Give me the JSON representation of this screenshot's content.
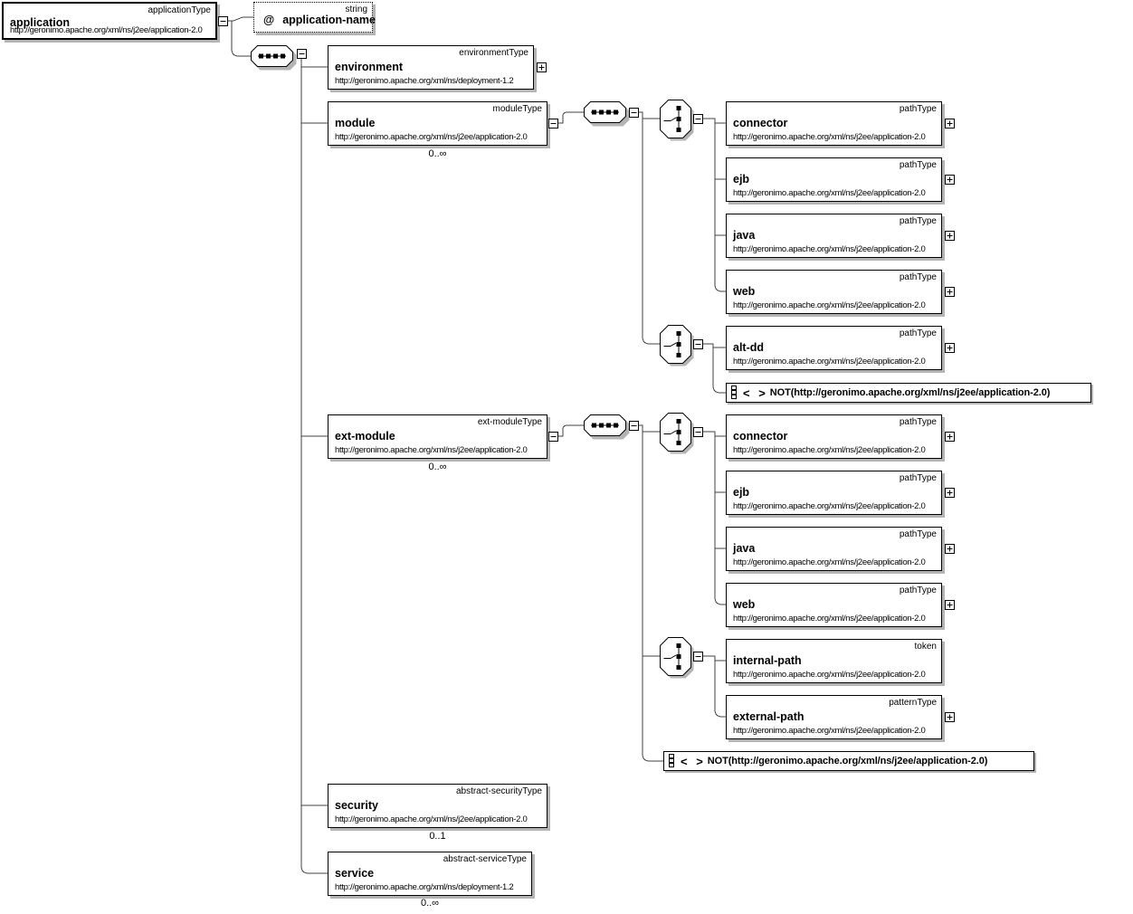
{
  "colors": {
    "background": "#ffffff",
    "box_border": "#000000",
    "box_shadow": "#b4b4b4",
    "connector_line": "#404040"
  },
  "nodes": {
    "application": {
      "name": "application",
      "type": "applicationType",
      "ns": "http://geronimo.apache.org/xml/ns/j2ee/application-2.0"
    },
    "application_name": {
      "prefix": "@",
      "name": "application-name",
      "type": "string"
    },
    "environment": {
      "name": "environment",
      "type": "environmentType",
      "ns": "http://geronimo.apache.org/xml/ns/deployment-1.2"
    },
    "module": {
      "name": "module",
      "type": "moduleType",
      "ns": "http://geronimo.apache.org/xml/ns/j2ee/application-2.0",
      "cardinality": "0..∞"
    },
    "module_connector": {
      "name": "connector",
      "type": "pathType",
      "ns": "http://geronimo.apache.org/xml/ns/j2ee/application-2.0"
    },
    "module_ejb": {
      "name": "ejb",
      "type": "pathType",
      "ns": "http://geronimo.apache.org/xml/ns/j2ee/application-2.0"
    },
    "module_java": {
      "name": "java",
      "type": "pathType",
      "ns": "http://geronimo.apache.org/xml/ns/j2ee/application-2.0"
    },
    "module_web": {
      "name": "web",
      "type": "pathType",
      "ns": "http://geronimo.apache.org/xml/ns/j2ee/application-2.0"
    },
    "alt_dd": {
      "name": "alt-dd",
      "type": "pathType",
      "ns": "http://geronimo.apache.org/xml/ns/j2ee/application-2.0"
    },
    "module_wildcard": {
      "icon_glyph": "< >",
      "label": "NOT(http://geronimo.apache.org/xml/ns/j2ee/application-2.0)"
    },
    "ext_module": {
      "name": "ext-module",
      "type": "ext-moduleType",
      "ns": "http://geronimo.apache.org/xml/ns/j2ee/application-2.0",
      "cardinality": "0..∞"
    },
    "ext_connector": {
      "name": "connector",
      "type": "pathType",
      "ns": "http://geronimo.apache.org/xml/ns/j2ee/application-2.0"
    },
    "ext_ejb": {
      "name": "ejb",
      "type": "pathType",
      "ns": "http://geronimo.apache.org/xml/ns/j2ee/application-2.0"
    },
    "ext_java": {
      "name": "java",
      "type": "pathType",
      "ns": "http://geronimo.apache.org/xml/ns/j2ee/application-2.0"
    },
    "ext_web": {
      "name": "web",
      "type": "pathType",
      "ns": "http://geronimo.apache.org/xml/ns/j2ee/application-2.0"
    },
    "internal_path": {
      "name": "internal-path",
      "type": "token",
      "ns": "http://geronimo.apache.org/xml/ns/j2ee/application-2.0"
    },
    "external_path": {
      "name": "external-path",
      "type": "patternType",
      "ns": "http://geronimo.apache.org/xml/ns/j2ee/application-2.0"
    },
    "ext_wildcard": {
      "icon_glyph": "< >",
      "label": "NOT(http://geronimo.apache.org/xml/ns/j2ee/application-2.0)"
    },
    "security": {
      "name": "security",
      "type": "abstract-securityType",
      "ns": "http://geronimo.apache.org/xml/ns/j2ee/application-2.0",
      "cardinality": "0..1"
    },
    "service": {
      "name": "service",
      "type": "abstract-serviceType",
      "ns": "http://geronimo.apache.org/xml/ns/deployment-1.2",
      "cardinality": "0..∞"
    }
  }
}
